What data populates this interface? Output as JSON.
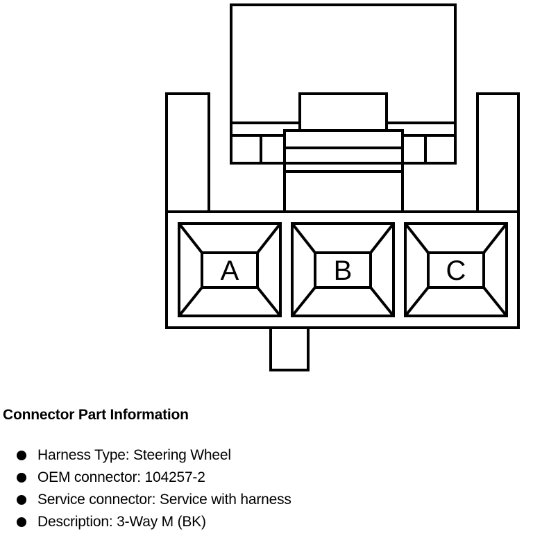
{
  "diagram": {
    "pins": [
      "A",
      "B",
      "C"
    ]
  },
  "info": {
    "title": "Connector Part Information",
    "items": [
      "Harness Type: Steering Wheel",
      "OEM connector: 104257-2",
      "Service connector: Service with harness",
      "Description: 3-Way M (BK)"
    ]
  }
}
